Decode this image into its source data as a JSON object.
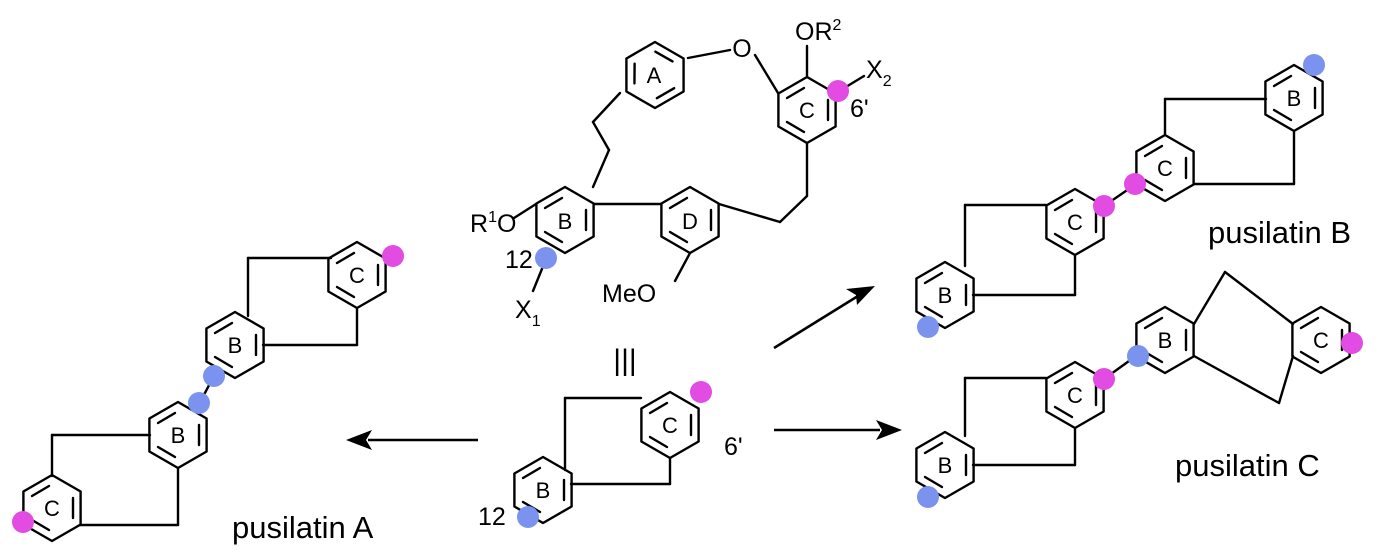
{
  "colors": {
    "site_12": "#7b93ee",
    "site_6prime": "#e24ce2",
    "ink": "#000000",
    "background": "#ffffff"
  },
  "rings": {
    "a": "A",
    "b": "B",
    "c": "C",
    "d": "D"
  },
  "substituents": {
    "or2_base": "OR",
    "or2_sup": "2",
    "x2_base": "X",
    "x2_sub": "2",
    "r1o_base": "R",
    "r1o_sup": "1",
    "r1o_tail": "O",
    "x1_base": "X",
    "x1_sub": "1",
    "ether_o": "O",
    "meo": "MeO",
    "pos_12": "12",
    "pos_6prime": "6'"
  },
  "equivalence_symbol": "|||",
  "products": {
    "pusilatin_a": "pusilatin A",
    "pusilatin_b": "pusilatin B",
    "pusilatin_c": "pusilatin C"
  }
}
